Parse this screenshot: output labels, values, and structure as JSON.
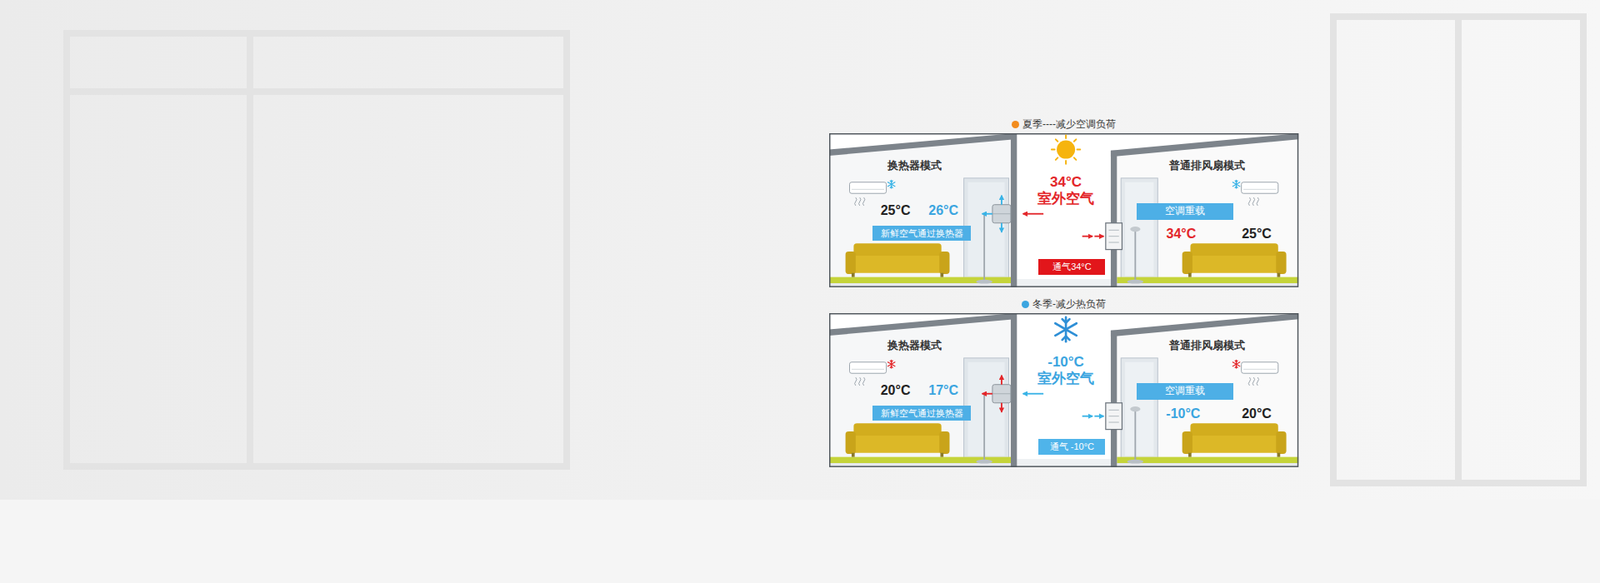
{
  "diagram": {
    "nodes": [
      {
        "text": [
          "夏季----减少空调负荷"
        ]
      },
      {
        "text": [
          "换热器模式"
        ],
        "in": 0
      },
      {
        "text": [
          "新鲜空气通过换热器"
        ],
        "in": 1
      },
      {
        "text": [
          "普通排风扇模式"
        ],
        "in": 0
      },
      {
        "text": [
          "空调重载"
        ],
        "in": 3
      },
      {
        "text": [
          "通气34°C"
        ],
        "in": 0
      },
      {
        "text": [
          "冬季-减少热负荷"
        ]
      },
      {
        "text": [
          "换热器模式"
        ],
        "in": 6
      },
      {
        "text": [
          "新鲜空气通过换热器"
        ],
        "in": 7
      },
      {
        "text": [
          "普通排风扇模式"
        ],
        "in": 6
      },
      {
        "text": [
          "空调重载"
        ],
        "in": 9
      },
      {
        "text": [
          "通气 -10°C"
        ],
        "in": 6
      }
    ],
    "labels": [
      "34°C 室外空气",
      "25°C",
      "26°C",
      "34°C",
      "25°C",
      "-10°C 室外空气",
      "20°C",
      "17°C",
      "-10°C",
      "20°C"
    ]
  }
}
